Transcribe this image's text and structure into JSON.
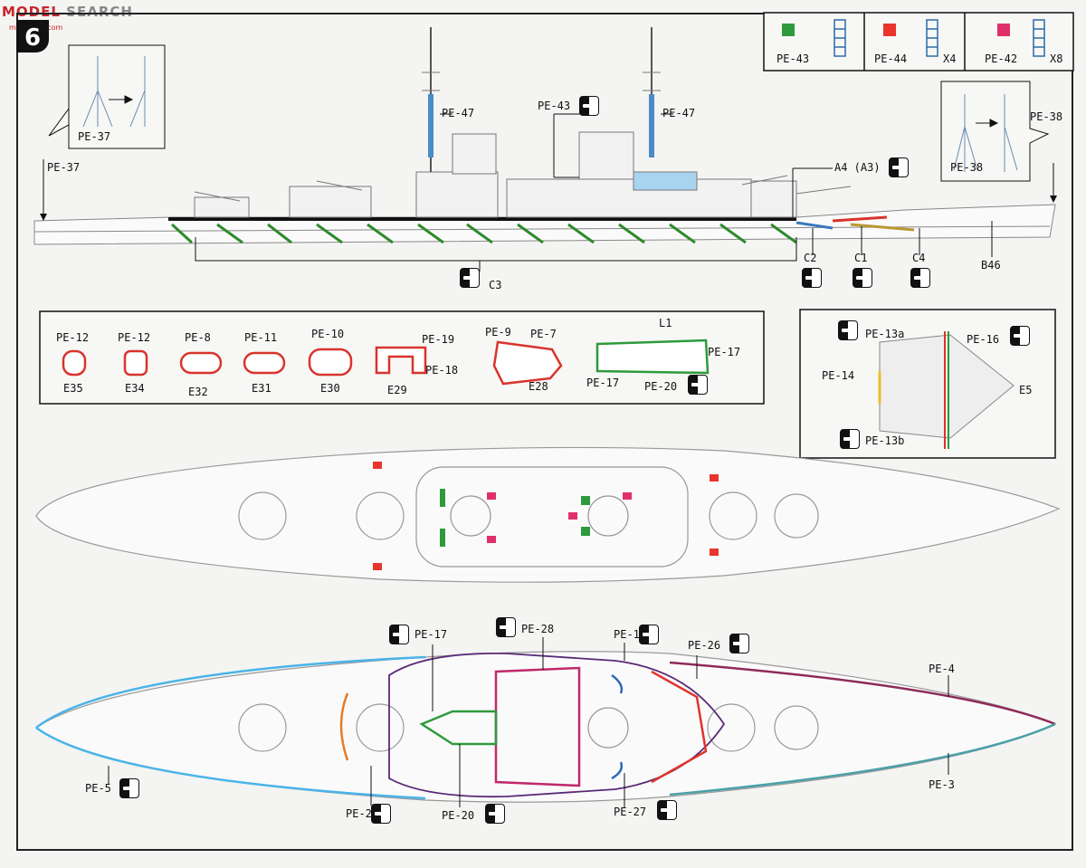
{
  "header": {
    "watermark_red": "MODEL",
    "watermark_grey": "SEARCH",
    "watermark_url": "moe-shop.com",
    "step": "6"
  },
  "legend": {
    "items": [
      {
        "part": "PE-43",
        "qty": "",
        "color": "#2e9a3c"
      },
      {
        "part": "PE-44",
        "qty": "X4",
        "color": "#e8342c"
      },
      {
        "part": "PE-42",
        "qty": "X8",
        "color": "#e0306a"
      }
    ]
  },
  "side_view": {
    "callouts": {
      "pe37_inset": "PE-37",
      "pe37": "PE-37",
      "pe47a": "PE-47",
      "pe43": "PE-43",
      "pe47b": "PE-47",
      "a4": "A4 (A3)",
      "pe38_inset": "PE-38",
      "pe38": "PE-38",
      "c2": "C2",
      "c1": "C1",
      "c4": "C4",
      "b46": "B46",
      "c3": "C3"
    }
  },
  "parts_box": {
    "labels": {
      "pe12a": "PE-12",
      "pe12b": "PE-12",
      "pe8": "PE-8",
      "pe11": "PE-11",
      "pe10": "PE-10",
      "pe19": "PE-19",
      "pe18": "PE-18",
      "pe9": "PE-9",
      "pe7": "PE-7",
      "l1": "L1",
      "pe17a": "PE-17",
      "pe17b": "PE-17",
      "pe20": "PE-20",
      "e35": "E35",
      "e34": "E34",
      "e32": "E32",
      "e31": "E31",
      "e30": "E30",
      "e29": "E29",
      "e28": "E28"
    }
  },
  "stern_box": {
    "labels": {
      "pe13a": "PE-13a",
      "pe16": "PE-16",
      "pe14": "PE-14",
      "e5": "E5",
      "pe13b": "PE-13b"
    }
  },
  "top_view2": {
    "labels": {
      "pe17": "PE-17",
      "pe28": "PE-28",
      "pe1": "PE-1",
      "pe26": "PE-26",
      "pe4": "PE-4",
      "pe5": "PE-5",
      "pe2": "PE-2",
      "pe20": "PE-20",
      "pe27": "PE-27",
      "pe3": "PE-3"
    }
  },
  "colors": {
    "blue": "#48b4e8",
    "purple": "#5a2a78",
    "magenta": "#c0286c",
    "green": "#2e9a3c",
    "red": "#e0342c",
    "orange": "#e67a22",
    "maroon": "#8e2a5a",
    "teal": "#4aa0a8"
  }
}
